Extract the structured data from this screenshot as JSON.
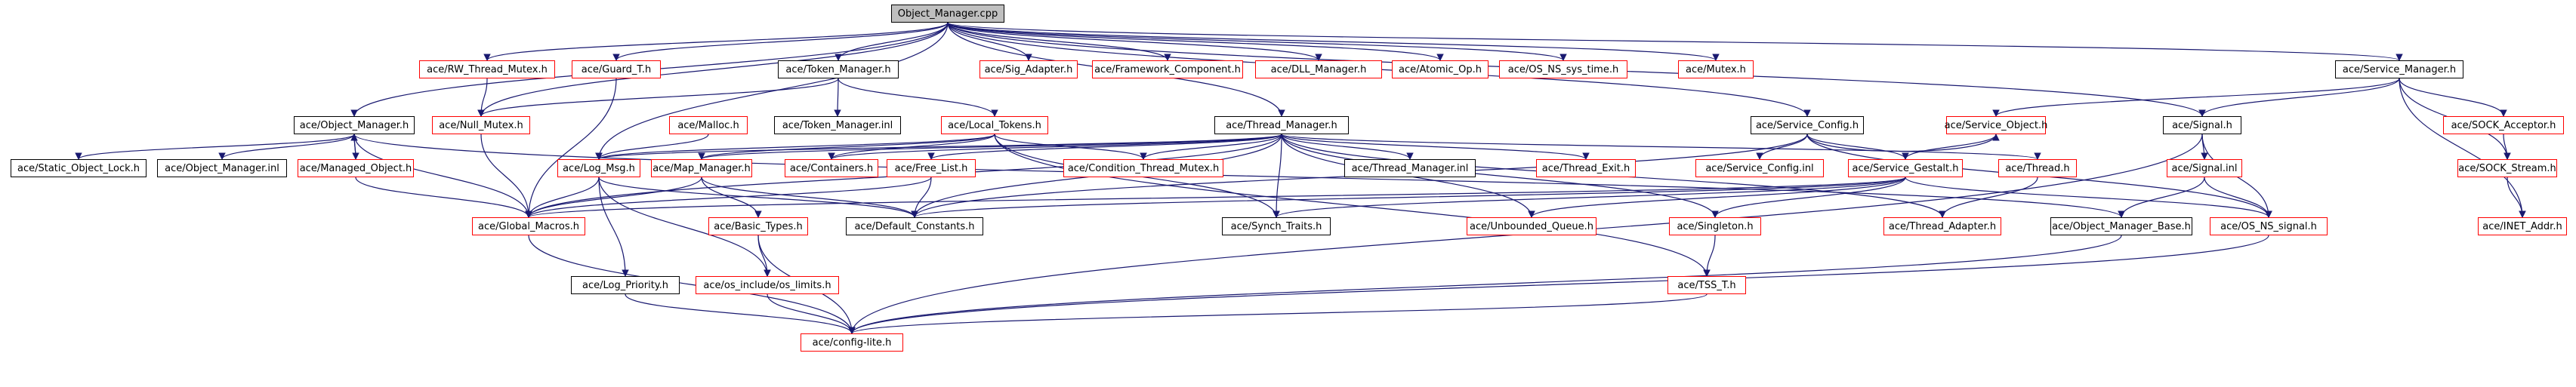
{
  "diagram": {
    "colors": {
      "edge": "#191970",
      "node_border": "#000000",
      "truncated_border": "#ff0000",
      "root_fill": "#bfbfbf"
    },
    "nodes": [
      {
        "id": "object_manager_cpp",
        "label": "Object_Manager.cpp",
        "root": true
      },
      {
        "id": "rw_thread_mutex",
        "label": "ace/RW_Thread_Mutex.h",
        "truncated": true
      },
      {
        "id": "guard_t",
        "label": "ace/Guard_T.h",
        "truncated": true
      },
      {
        "id": "token_manager",
        "label": "ace/Token_Manager.h"
      },
      {
        "id": "sig_adapter",
        "label": "ace/Sig_Adapter.h",
        "truncated": true
      },
      {
        "id": "framework_component",
        "label": "ace/Framework_Component.h",
        "truncated": true
      },
      {
        "id": "dll_manager",
        "label": "ace/DLL_Manager.h",
        "truncated": true
      },
      {
        "id": "atomic_op",
        "label": "ace/Atomic_Op.h",
        "truncated": true
      },
      {
        "id": "os_ns_sys_time",
        "label": "ace/OS_NS_sys_time.h",
        "truncated": true
      },
      {
        "id": "mutex",
        "label": "ace/Mutex.h",
        "truncated": true
      },
      {
        "id": "service_manager",
        "label": "ace/Service_Manager.h"
      },
      {
        "id": "object_manager_h",
        "label": "ace/Object_Manager.h"
      },
      {
        "id": "null_mutex",
        "label": "ace/Null_Mutex.h",
        "truncated": true
      },
      {
        "id": "malloc",
        "label": "ace/Malloc.h",
        "truncated": true
      },
      {
        "id": "token_manager_inl",
        "label": "ace/Token_Manager.inl"
      },
      {
        "id": "local_tokens",
        "label": "ace/Local_Tokens.h",
        "truncated": true
      },
      {
        "id": "thread_manager",
        "label": "ace/Thread_Manager.h"
      },
      {
        "id": "service_config",
        "label": "ace/Service_Config.h"
      },
      {
        "id": "service_object",
        "label": "ace/Service_Object.h",
        "truncated": true
      },
      {
        "id": "signal_h",
        "label": "ace/Signal.h"
      },
      {
        "id": "sock_acceptor",
        "label": "ace/SOCK_Acceptor.h",
        "truncated": true
      },
      {
        "id": "static_object_lock",
        "label": "ace/Static_Object_Lock.h"
      },
      {
        "id": "object_manager_inl",
        "label": "ace/Object_Manager.inl"
      },
      {
        "id": "managed_object",
        "label": "ace/Managed_Object.h",
        "truncated": true
      },
      {
        "id": "log_msg",
        "label": "ace/Log_Msg.h",
        "truncated": true
      },
      {
        "id": "map_manager",
        "label": "ace/Map_Manager.h",
        "truncated": true
      },
      {
        "id": "containers",
        "label": "ace/Containers.h",
        "truncated": true
      },
      {
        "id": "free_list",
        "label": "ace/Free_List.h",
        "truncated": true
      },
      {
        "id": "condition_thread_mutex",
        "label": "ace/Condition_Thread_Mutex.h",
        "truncated": true
      },
      {
        "id": "thread_manager_inl",
        "label": "ace/Thread_Manager.inl"
      },
      {
        "id": "thread_exit",
        "label": "ace/Thread_Exit.h",
        "truncated": true
      },
      {
        "id": "service_config_inl",
        "label": "ace/Service_Config.inl",
        "truncated": true
      },
      {
        "id": "service_gestalt",
        "label": "ace/Service_Gestalt.h",
        "truncated": true
      },
      {
        "id": "thread_h",
        "label": "ace/Thread.h",
        "truncated": true
      },
      {
        "id": "signal_inl",
        "label": "ace/Signal.inl",
        "truncated": true
      },
      {
        "id": "sock_stream",
        "label": "ace/SOCK_Stream.h",
        "truncated": true
      },
      {
        "id": "global_macros",
        "label": "ace/Global_Macros.h",
        "truncated": true
      },
      {
        "id": "basic_types",
        "label": "ace/Basic_Types.h",
        "truncated": true
      },
      {
        "id": "default_constants",
        "label": "ace/Default_Constants.h"
      },
      {
        "id": "synch_traits",
        "label": "ace/Synch_Traits.h"
      },
      {
        "id": "unbounded_queue",
        "label": "ace/Unbounded_Queue.h",
        "truncated": true
      },
      {
        "id": "singleton",
        "label": "ace/Singleton.h",
        "truncated": true
      },
      {
        "id": "thread_adapter",
        "label": "ace/Thread_Adapter.h",
        "truncated": true
      },
      {
        "id": "object_manager_base",
        "label": "ace/Object_Manager_Base.h"
      },
      {
        "id": "os_ns_signal",
        "label": "ace/OS_NS_signal.h",
        "truncated": true
      },
      {
        "id": "inet_addr",
        "label": "ace/INET_Addr.h",
        "truncated": true
      },
      {
        "id": "log_priority",
        "label": "ace/Log_Priority.h"
      },
      {
        "id": "os_limits",
        "label": "ace/os_include/os_limits.h",
        "truncated": true
      },
      {
        "id": "tss_t",
        "label": "ace/TSS_T.h",
        "truncated": true
      },
      {
        "id": "config_lite",
        "label": "ace/config-lite.h",
        "truncated": true
      }
    ],
    "edges": [
      [
        "object_manager_cpp",
        "rw_thread_mutex"
      ],
      [
        "object_manager_cpp",
        "guard_t"
      ],
      [
        "object_manager_cpp",
        "token_manager"
      ],
      [
        "object_manager_cpp",
        "sig_adapter"
      ],
      [
        "object_manager_cpp",
        "framework_component"
      ],
      [
        "object_manager_cpp",
        "dll_manager"
      ],
      [
        "object_manager_cpp",
        "atomic_op"
      ],
      [
        "object_manager_cpp",
        "os_ns_sys_time"
      ],
      [
        "object_manager_cpp",
        "mutex"
      ],
      [
        "object_manager_cpp",
        "service_manager"
      ],
      [
        "object_manager_cpp",
        "object_manager_h"
      ],
      [
        "object_manager_cpp",
        "null_mutex"
      ],
      [
        "object_manager_cpp",
        "log_msg"
      ],
      [
        "object_manager_cpp",
        "thread_manager"
      ],
      [
        "object_manager_cpp",
        "service_config"
      ],
      [
        "object_manager_cpp",
        "signal_h"
      ],
      [
        "rw_thread_mutex",
        "null_mutex"
      ],
      [
        "guard_t",
        "global_macros"
      ],
      [
        "token_manager",
        "null_mutex"
      ],
      [
        "token_manager",
        "token_manager_inl"
      ],
      [
        "token_manager",
        "local_tokens"
      ],
      [
        "service_manager",
        "service_object"
      ],
      [
        "service_manager",
        "sock_acceptor"
      ],
      [
        "service_manager",
        "sock_stream"
      ],
      [
        "service_manager",
        "inet_addr"
      ],
      [
        "service_manager",
        "signal_h"
      ],
      [
        "object_manager_h",
        "static_object_lock"
      ],
      [
        "object_manager_h",
        "object_manager_inl"
      ],
      [
        "object_manager_h",
        "managed_object"
      ],
      [
        "object_manager_h",
        "global_macros"
      ],
      [
        "object_manager_h",
        "object_manager_base"
      ],
      [
        "managed_object",
        "object_manager_h"
      ],
      [
        "managed_object",
        "global_macros"
      ],
      [
        "null_mutex",
        "global_macros"
      ],
      [
        "malloc",
        "log_msg"
      ],
      [
        "local_tokens",
        "log_msg"
      ],
      [
        "local_tokens",
        "map_manager"
      ],
      [
        "local_tokens",
        "containers"
      ],
      [
        "local_tokens",
        "condition_thread_mutex"
      ],
      [
        "local_tokens",
        "synch_traits"
      ],
      [
        "local_tokens",
        "tss_t"
      ],
      [
        "thread_manager",
        "log_msg"
      ],
      [
        "thread_manager",
        "map_manager"
      ],
      [
        "thread_manager",
        "containers"
      ],
      [
        "thread_manager",
        "free_list"
      ],
      [
        "thread_manager",
        "condition_thread_mutex"
      ],
      [
        "thread_manager",
        "thread_manager_inl"
      ],
      [
        "thread_manager",
        "thread_exit"
      ],
      [
        "thread_manager",
        "thread_h"
      ],
      [
        "thread_manager",
        "thread_adapter"
      ],
      [
        "thread_manager",
        "unbounded_queue"
      ],
      [
        "thread_manager",
        "singleton"
      ],
      [
        "thread_manager",
        "synch_traits"
      ],
      [
        "thread_manager",
        "global_macros"
      ],
      [
        "thread_manager",
        "default_constants"
      ],
      [
        "service_config",
        "service_object"
      ],
      [
        "service_config",
        "service_config_inl"
      ],
      [
        "service_config",
        "service_gestalt"
      ],
      [
        "service_config",
        "default_constants"
      ],
      [
        "service_config",
        "os_ns_signal"
      ],
      [
        "service_object",
        "service_gestalt"
      ],
      [
        "signal_h",
        "signal_inl"
      ],
      [
        "signal_h",
        "os_ns_signal"
      ],
      [
        "signal_h",
        "config_lite"
      ],
      [
        "sock_acceptor",
        "sock_stream"
      ],
      [
        "sock_stream",
        "inet_addr"
      ],
      [
        "log_msg",
        "global_macros"
      ],
      [
        "log_msg",
        "default_constants"
      ],
      [
        "log_msg",
        "log_priority"
      ],
      [
        "log_msg",
        "os_limits"
      ],
      [
        "map_manager",
        "global_macros"
      ],
      [
        "map_manager",
        "default_constants"
      ],
      [
        "map_manager",
        "basic_types"
      ],
      [
        "free_list",
        "global_macros"
      ],
      [
        "free_list",
        "default_constants"
      ],
      [
        "service_gestalt",
        "default_constants"
      ],
      [
        "service_gestalt",
        "synch_traits"
      ],
      [
        "service_gestalt",
        "unbounded_queue"
      ],
      [
        "service_gestalt",
        "singleton"
      ],
      [
        "service_gestalt",
        "os_ns_signal"
      ],
      [
        "service_gestalt",
        "global_macros"
      ],
      [
        "thread_h",
        "thread_adapter"
      ],
      [
        "signal_inl",
        "object_manager_base"
      ],
      [
        "signal_inl",
        "os_ns_signal"
      ],
      [
        "global_macros",
        "config_lite"
      ],
      [
        "basic_types",
        "os_limits"
      ],
      [
        "basic_types",
        "config_lite"
      ],
      [
        "singleton",
        "tss_t"
      ],
      [
        "object_manager_base",
        "config_lite"
      ],
      [
        "os_ns_signal",
        "config_lite"
      ],
      [
        "log_priority",
        "config_lite"
      ],
      [
        "os_limits",
        "config_lite"
      ],
      [
        "tss_t",
        "config_lite"
      ]
    ]
  }
}
